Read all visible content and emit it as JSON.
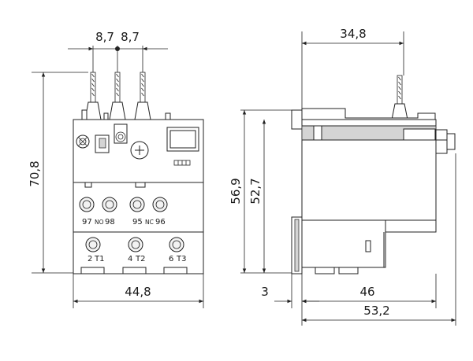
{
  "dimensions": {
    "pin_spacing_left": "8,7",
    "pin_spacing_right": "8,7",
    "front_height": "70,8",
    "front_width": "44,8",
    "side_top_depth": "34,8",
    "side_height_outer": "56,9",
    "side_height_inner": "52,7",
    "side_offset": "3",
    "side_depth_inner": "46",
    "side_depth_outer": "53,2"
  },
  "terminals": {
    "aux_top_left": "97",
    "aux_no": "NO",
    "aux_top_mid": "98",
    "aux_bottom_left": "95",
    "aux_nc": "NC",
    "aux_bottom_right": "96",
    "main_1_num": "2",
    "main_1_label": "T1",
    "main_2_num": "4",
    "main_2_label": "T2",
    "main_3_num": "6",
    "main_3_label": "T3"
  },
  "colors": {
    "line": "#222222",
    "body_fill": "#ffffff",
    "shade": "#d4d4d4"
  }
}
